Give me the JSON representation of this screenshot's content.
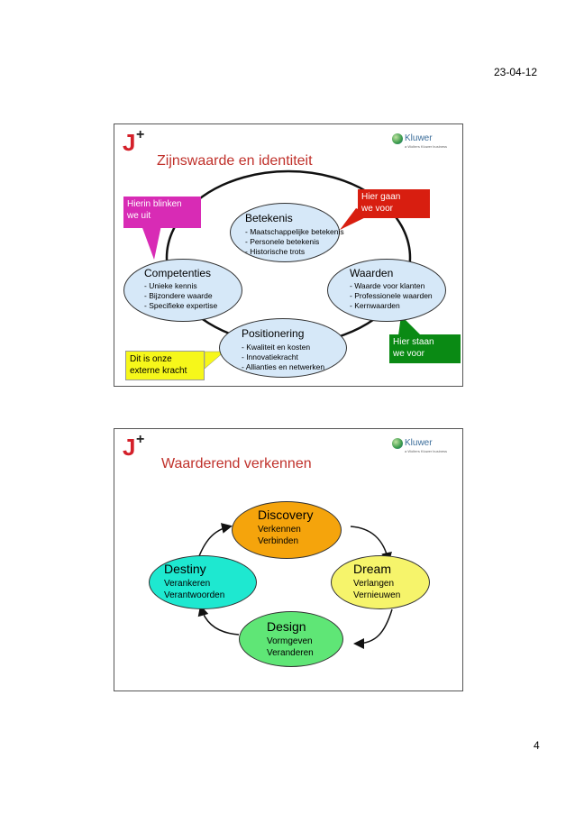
{
  "page": {
    "date": "23-04-12",
    "number": "4"
  },
  "brand": {
    "logo_letter": "J",
    "logo_plus": "+",
    "kluwer_name": "Kluwer",
    "kluwer_sub": "a Wolters Kluwer business"
  },
  "slide1": {
    "title": "Zijnswaarde en identiteit",
    "betekenis": {
      "title": "Betekenis",
      "lines": [
        "- Maatschappelijke betekenis",
        "- Personele betekenis",
        "- Historische trots"
      ]
    },
    "competenties": {
      "title": "Competenties",
      "lines": [
        "- Unieke kennis",
        "- Bijzondere waarde",
        "- Specifieke expertise"
      ]
    },
    "waarden": {
      "title": "Waarden",
      "lines": [
        "- Waarde voor klanten",
        "- Professionele waarden",
        "- Kernwaarden"
      ]
    },
    "positionering": {
      "title": "Positionering",
      "lines": [
        "- Kwaliteit en kosten",
        "- Innovatiekracht",
        "- Allianties en netwerken"
      ]
    },
    "callouts": {
      "blinken": [
        "Hierin blinken",
        "we uit"
      ],
      "gaan": [
        "Hier gaan",
        "we voor"
      ],
      "staan": [
        "Hier staan",
        "we voor"
      ],
      "kracht": [
        "Dit is onze",
        "externe kracht"
      ]
    },
    "colors": {
      "ellipse": "#d6e8f8",
      "magenta": "#d82bb5",
      "red": "#d81e10",
      "green": "#0a8a14",
      "yellow": "#f6f71a"
    }
  },
  "slide2": {
    "title": "Waarderend verkennen",
    "discovery": {
      "title": "Discovery",
      "lines": [
        "Verkennen",
        "Verbinden"
      ],
      "color": "#f5a40c"
    },
    "dream": {
      "title": "Dream",
      "lines": [
        "Verlangen",
        "Vernieuwen"
      ],
      "color": "#f6f46b"
    },
    "design": {
      "title": "Design",
      "lines": [
        "Vormgeven",
        "Veranderen"
      ],
      "color": "#5fe676"
    },
    "destiny": {
      "title": "Destiny",
      "lines": [
        "Verankeren",
        "Verantwoorden"
      ],
      "color": "#1ee8d0"
    }
  }
}
